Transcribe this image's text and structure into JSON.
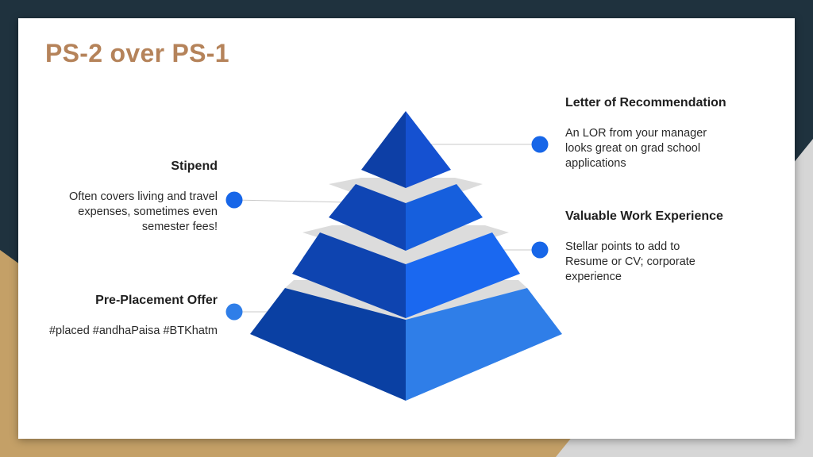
{
  "slide": {
    "title": "PS-2 over PS-1"
  },
  "theme": {
    "background": "#1f323e",
    "accent_gold": "#c4a067",
    "panel": "#ffffff",
    "title_color": "#b5835a",
    "dot_blue": "#1766e8",
    "dot_light_blue": "#2f7ee8",
    "separator_gray": "#dcdcdc"
  },
  "items": [
    {
      "heading": "Letter of Recommendation",
      "description": "An LOR from your manager looks great on grad school applications"
    },
    {
      "heading": "Stipend",
      "description": "Often covers living and travel expenses, sometimes even semester fees!"
    },
    {
      "heading": "Valuable Work Experience",
      "description": "Stellar points to add to Resume or CV; corporate experience"
    },
    {
      "heading": "Pre-Placement Offer",
      "description": "#placed #andhaPaisa #BTKhatm"
    }
  ]
}
